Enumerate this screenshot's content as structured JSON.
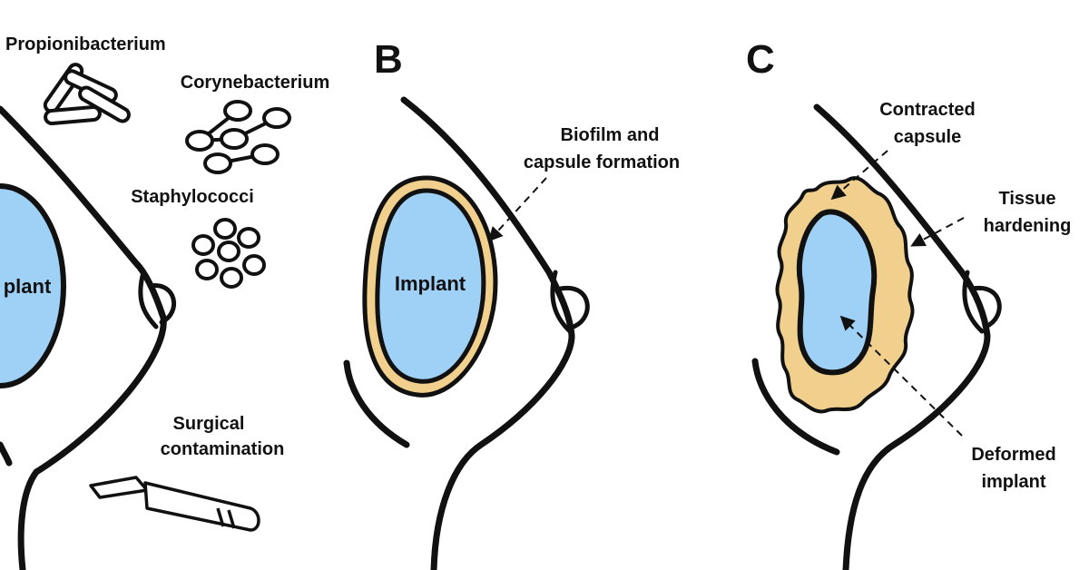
{
  "panels": {
    "b_label": "B",
    "c_label": "C"
  },
  "panel_a": {
    "implant_text": "plant",
    "bacteria": {
      "propionibacterium": "Propionibacterium",
      "corynebacterium": "Corynebacterium",
      "staphylococci": "Staphylococci"
    },
    "surgical_line1": "Surgical",
    "surgical_line2": "contamination"
  },
  "panel_b": {
    "implant_text": "Implant",
    "biofilm_line1": "Biofilm and",
    "biofilm_line2": "capsule formation"
  },
  "panel_c": {
    "contracted_line1": "Contracted",
    "contracted_line2": "capsule",
    "tissue_line1": "Tissue",
    "tissue_line2": "hardening",
    "deformed_line1": "Deformed",
    "deformed_line2": "implant"
  },
  "colors": {
    "implant_fill": "#9fd0f5",
    "capsule_fill": "#f0d08c",
    "outline": "#111111"
  },
  "icons": [
    "scalpel-icon",
    "rod-bacteria-icon",
    "coccus-cluster-icon"
  ]
}
